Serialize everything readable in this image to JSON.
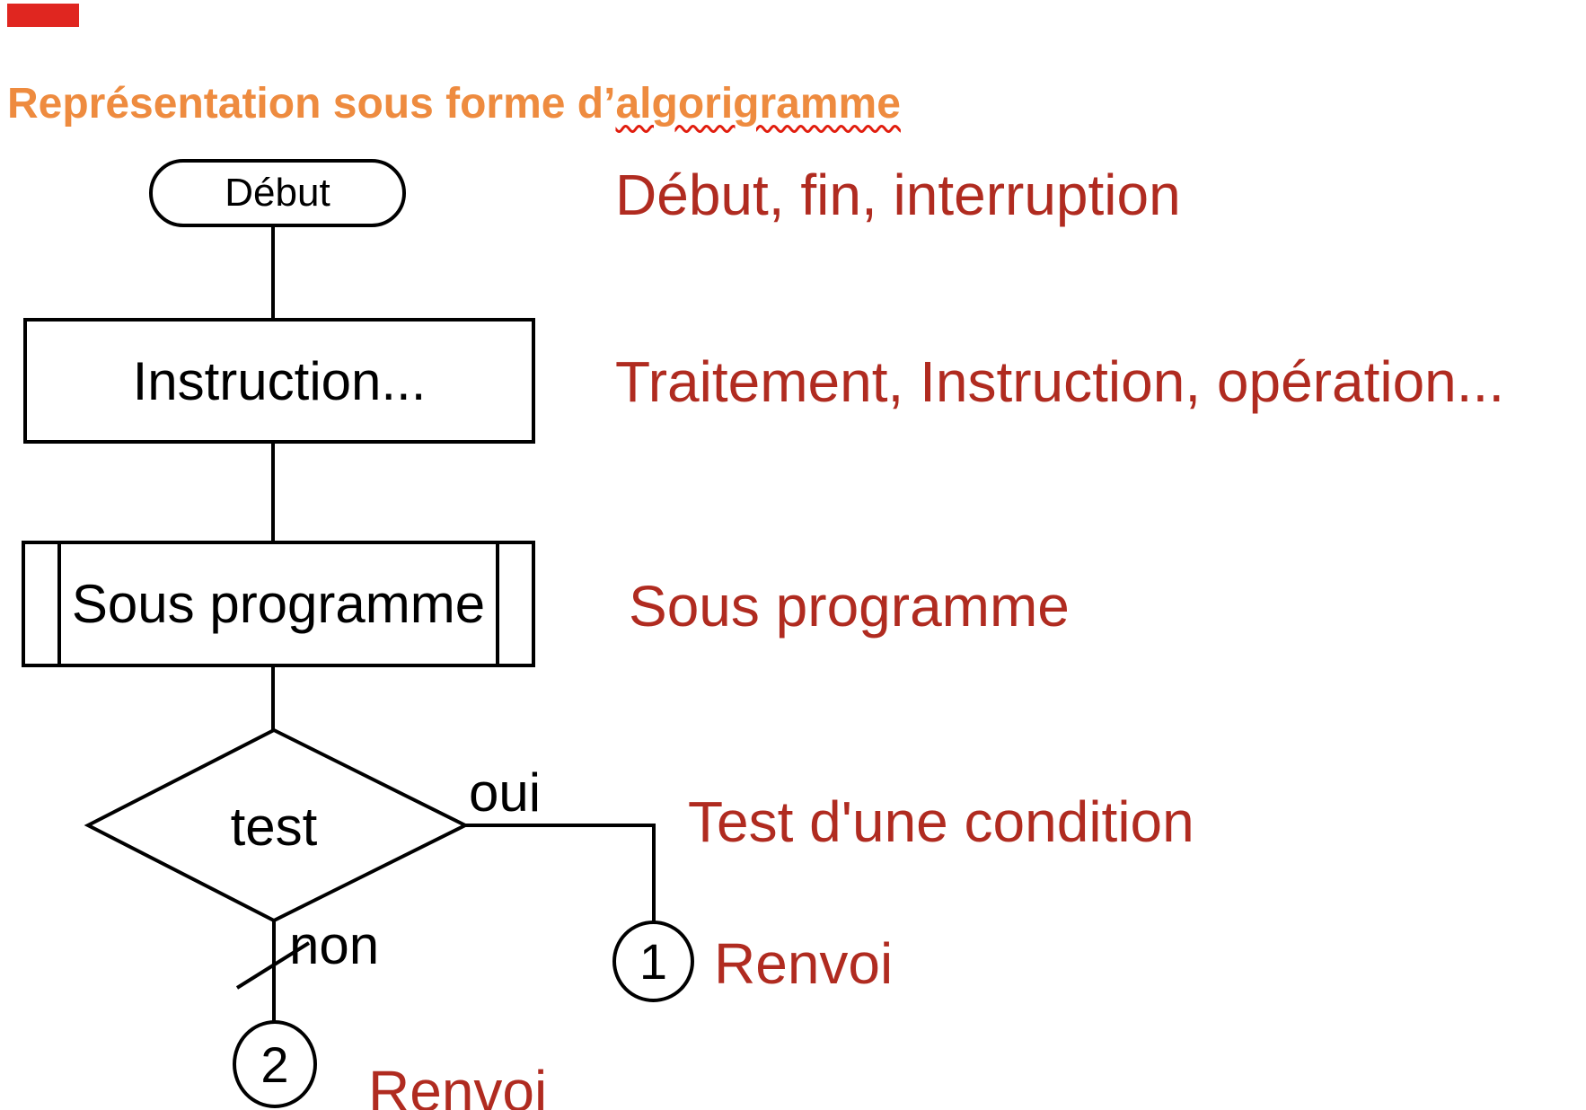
{
  "page": {
    "background": "#ffffff"
  },
  "decoration": {
    "corner_bar_color": "#e02620"
  },
  "heading": {
    "text_before": "Représentation sous forme d’",
    "text_underlined": "algorigramme",
    "color": "#ee8b3f",
    "squiggle_color": "#e11d0e"
  },
  "flowchart": {
    "stroke_color": "#000000",
    "nodes": {
      "start": {
        "shape": "terminator",
        "label": "Début"
      },
      "instruction": {
        "shape": "process",
        "label": "Instruction..."
      },
      "subprogram": {
        "shape": "subroutine",
        "label": "Sous programme"
      },
      "test": {
        "shape": "decision",
        "label": "test"
      },
      "connector1": {
        "shape": "connector",
        "label": "1"
      },
      "connector2": {
        "shape": "connector",
        "label": "2"
      }
    },
    "branch_labels": {
      "yes": "oui",
      "no": "non"
    }
  },
  "legend": {
    "color": "#b02b20",
    "items": [
      "Début, fin, interruption",
      "Traitement, Instruction, opération...",
      "Sous programme",
      "Test d'une condition",
      "Renvoi",
      "Renvoi"
    ]
  }
}
